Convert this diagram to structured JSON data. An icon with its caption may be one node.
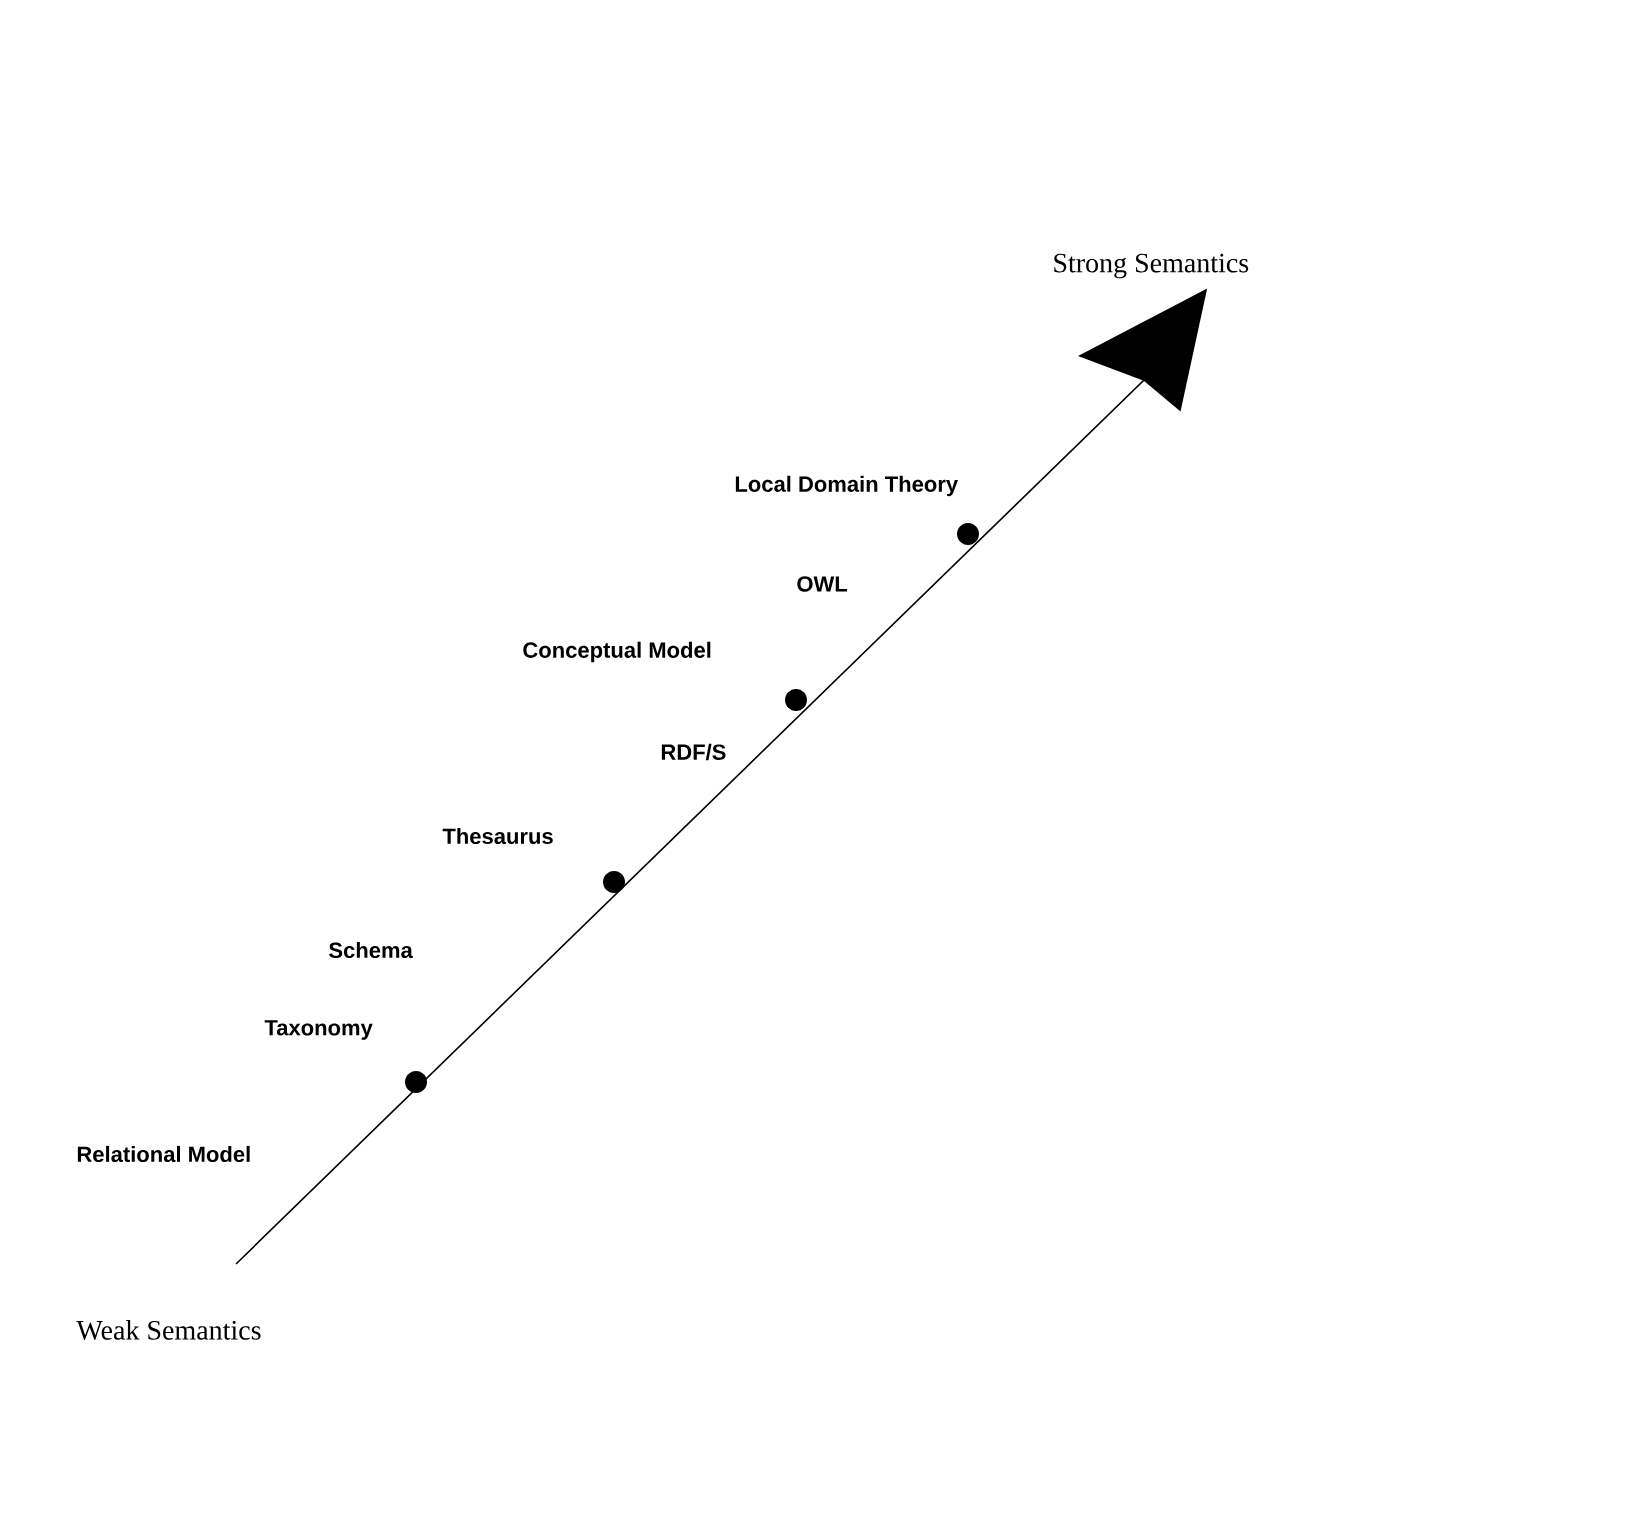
{
  "diagram": {
    "labels": [
      "Strong Semantics",
      "Local Domain Theory",
      "OWL",
      "Conceptual Model",
      "RDF/S",
      "Thesaurus",
      "Schema",
      "Taxonomy",
      "Relational Model",
      "Weak Semantics"
    ]
  }
}
